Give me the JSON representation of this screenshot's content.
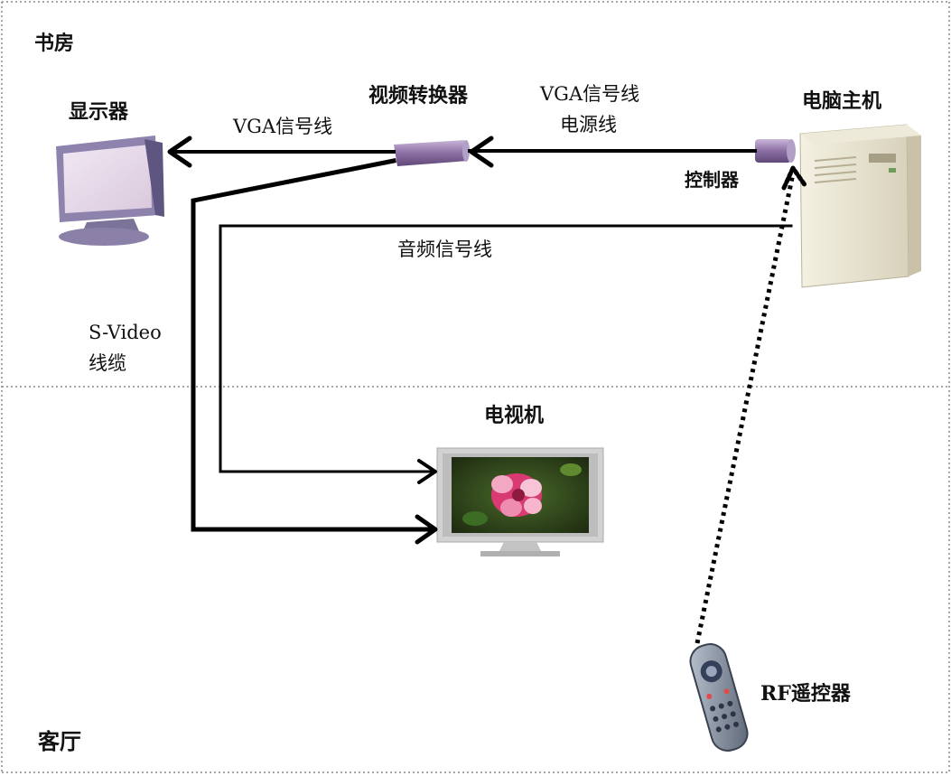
{
  "rooms": {
    "study": "书房",
    "living_room": "客厅"
  },
  "devices": {
    "monitor": "显示器",
    "video_converter": "视频转换器",
    "pc_host": "电脑主机",
    "controller": "控制器",
    "tv": "电视机",
    "rf_remote": "RF遥控器"
  },
  "cables": {
    "vga_to_monitor": "VGA信号线",
    "vga_from_host": "VGA信号线",
    "power_cable": "电源线",
    "audio_cable": "音频信号线",
    "svideo_line1": "S-Video",
    "svideo_line2": "线缆"
  },
  "colors": {
    "line": "#000000",
    "divider": "#8a8a8a",
    "monitor_purple": "#9b93b8",
    "case_beige": "#e9e4d2"
  }
}
